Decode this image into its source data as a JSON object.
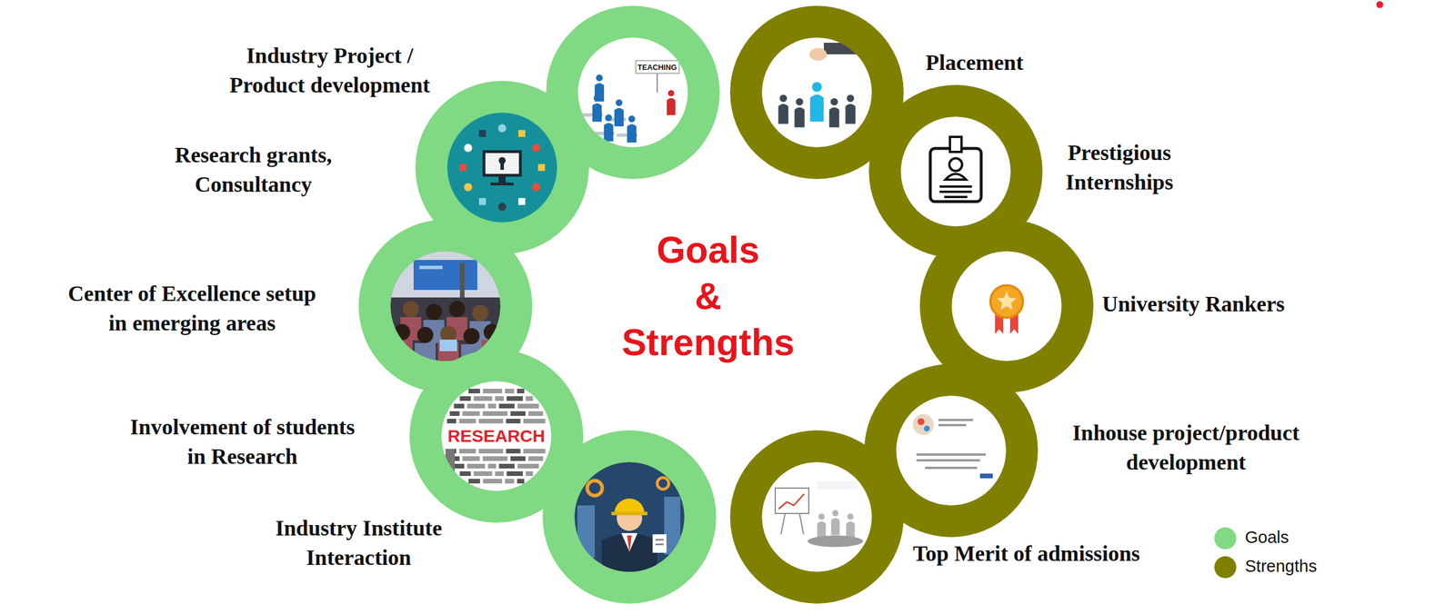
{
  "diagram": {
    "title": "Goals & Strengths",
    "nodes": [
      {
        "text": [
          "Industry Project / Product development"
        ]
      },
      {
        "text": [
          "Research grants, Consultancy"
        ]
      },
      {
        "text": [
          "Center of Excellence setup in emerging areas"
        ]
      },
      {
        "text": [
          "Involvement of students in Research"
        ]
      },
      {
        "text": [
          "Industry Institute Interaction"
        ]
      },
      {
        "text": [
          "Placement"
        ]
      },
      {
        "text": [
          "Prestigious Internships"
        ]
      },
      {
        "text": [
          "University Rankers"
        ]
      },
      {
        "text": [
          "Inhouse project/product development"
        ]
      },
      {
        "text": [
          "Top Merit of admissions"
        ]
      }
    ],
    "labels": [
      "TEACHING",
      "RESEARCH"
    ],
    "legend": [
      {
        "text": "Goals",
        "color": "#80d983"
      },
      {
        "text": "Strengths",
        "color": "#808000"
      }
    ]
  }
}
